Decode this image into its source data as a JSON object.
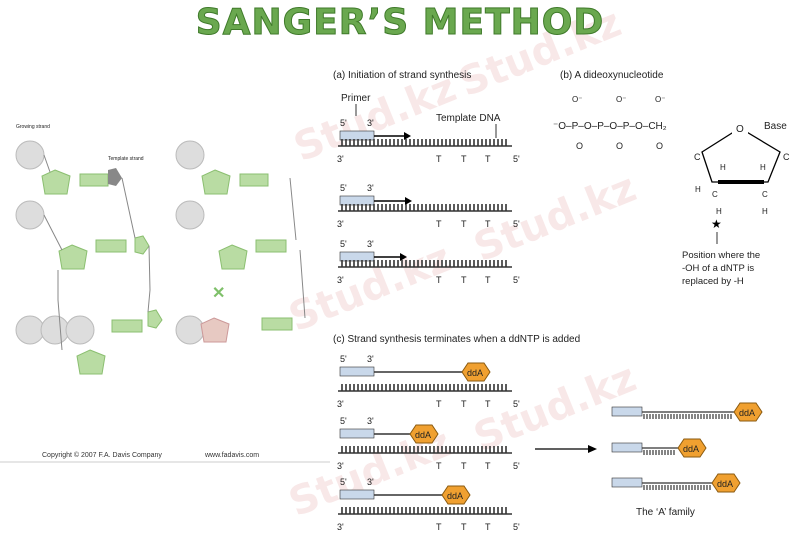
{
  "title": "SANGER’S METHOD",
  "left_figure": {
    "growing_strand_label": "Growing strand",
    "template_strand_label": "Template strand",
    "copyright": "Copyright © 2007 F.A. Davis Company",
    "website": "www.fadavis.com"
  },
  "panel_a": {
    "heading": "(a)  Initiation of strand synthesis",
    "primer_label": "Primer",
    "template_label": "Template DNA",
    "five_prime": "5'",
    "three_prime": "3'",
    "t_base": "T"
  },
  "panel_b": {
    "heading": "(b)  A dideoxynucleotide",
    "formula": "⁻O–P–O–P–O–P–O–CH₂",
    "phosphate_o": "O⁻",
    "double_o": "O",
    "base_label": "Base",
    "h": "H",
    "c": "C",
    "ring_o": "O",
    "position_note": [
      "Position where the",
      "-OH of a dNTP is",
      "replaced by -H"
    ]
  },
  "panel_c": {
    "heading": "(c)  Strand synthesis terminates when a ddNTP is added",
    "dda": "ddA",
    "family_label": "The ‘A’ family"
  },
  "watermark": "Stud.kz",
  "colors": {
    "title_green": "#6aa84f",
    "dda_orange": "#f0a030",
    "primer_blue": "#c9d8ea"
  }
}
